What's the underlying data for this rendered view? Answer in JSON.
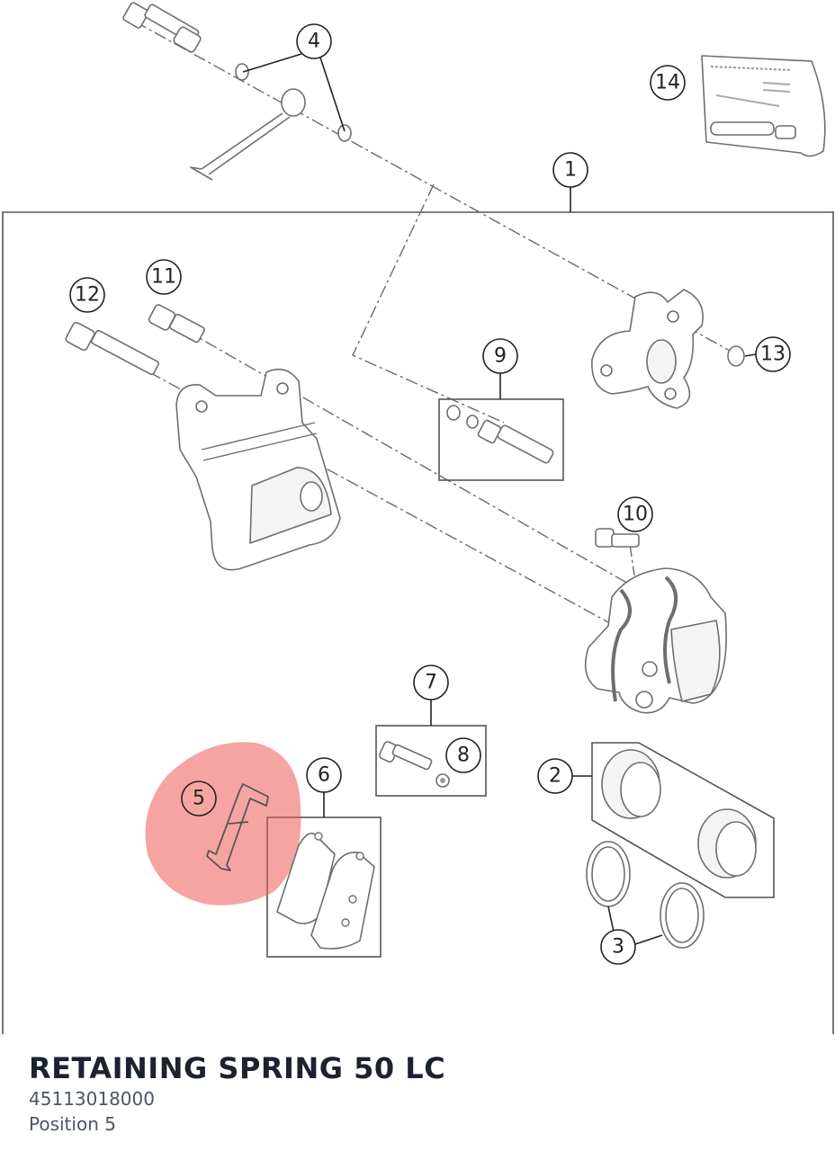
{
  "part": {
    "title": "RETAINING SPRING 50 LC",
    "number": "45113018000",
    "position": "Position 5"
  },
  "diagram": {
    "highlighted_position": "5",
    "highlight_color": "#ef5a56",
    "callouts": [
      "1",
      "2",
      "3",
      "4",
      "5",
      "6",
      "7",
      "8",
      "9",
      "10",
      "11",
      "12",
      "13",
      "14"
    ]
  }
}
